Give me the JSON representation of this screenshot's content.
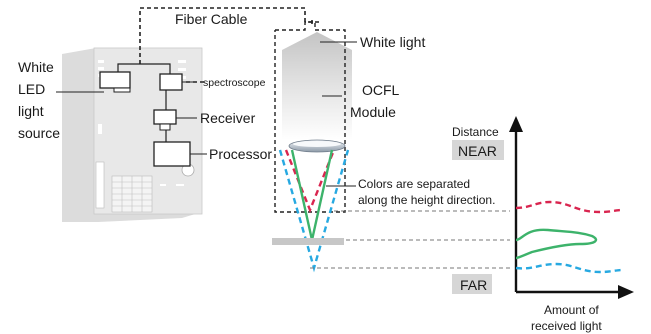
{
  "labels": {
    "fiber_cable": "Fiber Cable",
    "white_light": "White light",
    "white_led": [
      "White",
      "LED",
      "light",
      "source"
    ],
    "spectroscope": "spectroscope",
    "receiver": "Receiver",
    "processor": "Processor",
    "ocfl_module": [
      "OCFL",
      "Module"
    ],
    "colors_separated": [
      "Colors are separated",
      "along the height direction."
    ],
    "distance": "Distance",
    "near": "NEAR",
    "far": "FAR",
    "amount_received": [
      "Amount of",
      "received light"
    ]
  },
  "colors": {
    "red": "#d9254f",
    "green": "#3db36b",
    "blue": "#27a9e1",
    "controller_body": "#e6e6e6",
    "badge": "#d6d6d6"
  }
}
